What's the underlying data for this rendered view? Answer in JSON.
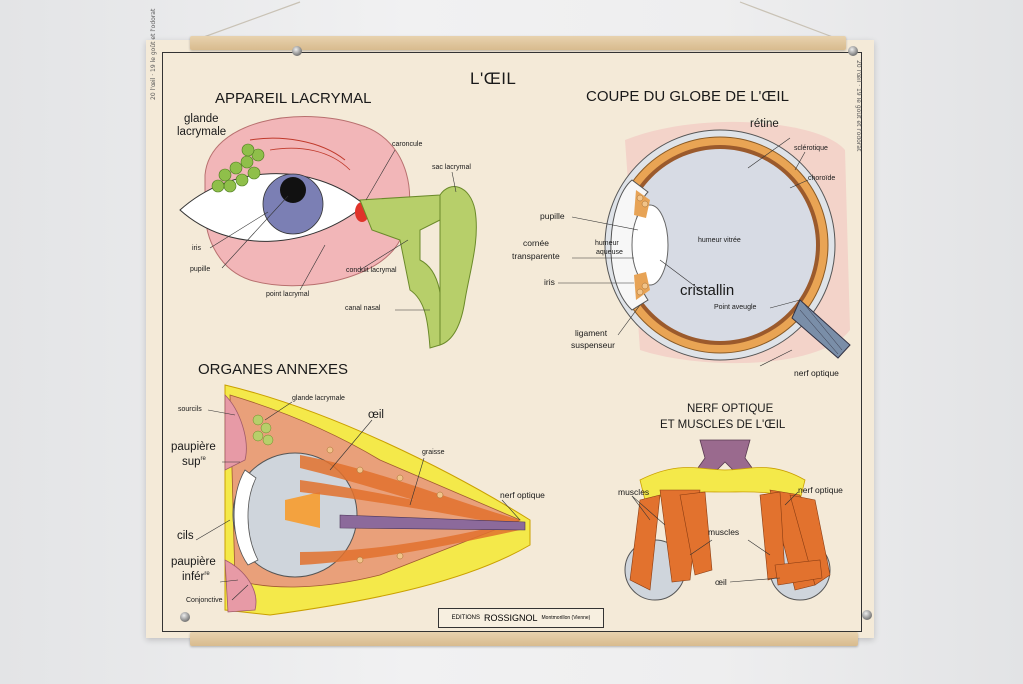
{
  "title": "L'ŒIL",
  "sections": {
    "lacrymal": {
      "heading": "APPAREIL LACRYMAL",
      "labels": {
        "glande_1": "glande",
        "glande_2": "lacrymale",
        "caroncule": "caroncule",
        "sac_lacrymal": "sac lacrymal",
        "iris": "iris",
        "pupille": "pupille",
        "conduit_lacrymal": "conduit lacrymal",
        "point_lacrymal": "point lacrymal",
        "canal_nasal": "canal nasal"
      }
    },
    "globe": {
      "heading": "COUPE DU GLOBE DE L'ŒIL",
      "labels": {
        "retine": "rétine",
        "sclerotique": "sclérotique",
        "choroide": "choroïde",
        "pupille": "pupille",
        "cornee_1": "cornée",
        "cornee_2": "transparente",
        "humeur_aqueuse_1": "humeur",
        "humeur_aqueuse_2": "aqueuse",
        "humeur_vitree": "humeur vitrée",
        "iris": "iris",
        "cristallin": "cristallin",
        "point_aveugle": "Point aveugle",
        "ligament_1": "ligament",
        "ligament_2": "suspenseur",
        "nerf_optique": "nerf optique"
      }
    },
    "annexes": {
      "heading": "ORGANES ANNEXES",
      "labels": {
        "sourcils": "sourcils",
        "glande_lacrymale": "glande lacrymale",
        "oeil": "œil",
        "paupiere_sup_1": "paupière",
        "paupiere_sup_2": "sup",
        "paupiere_sup_sup": "re",
        "graisse": "graisse",
        "nerf_optique": "nerf optique",
        "cils": "cils",
        "paupiere_inf_1": "paupière",
        "paupiere_inf_2": "infér",
        "paupiere_inf_sup": "re",
        "conjonctive": "Conjonctive"
      }
    },
    "nerf": {
      "heading_1": "NERF OPTIQUE",
      "heading_2": "ET MUSCLES DE L'ŒIL",
      "labels": {
        "muscles_left": "muscles",
        "nerf_optique": "nerf optique",
        "muscles_center": "muscles",
        "oeil": "œil"
      }
    }
  },
  "publisher": {
    "prefix": "EDITIONS",
    "name": "ROSSIGNOL",
    "place": "Montmorillon (Vienne)"
  },
  "colors": {
    "paper": "#f4ead8",
    "pink": "#f2b6b8",
    "iris": "#7b7fb4",
    "green": "#b7cf6a",
    "yellow": "#f4e94a",
    "muscle": "#e8803a",
    "sclera": "#d8dde3",
    "choroid": "#9b5a2c"
  }
}
